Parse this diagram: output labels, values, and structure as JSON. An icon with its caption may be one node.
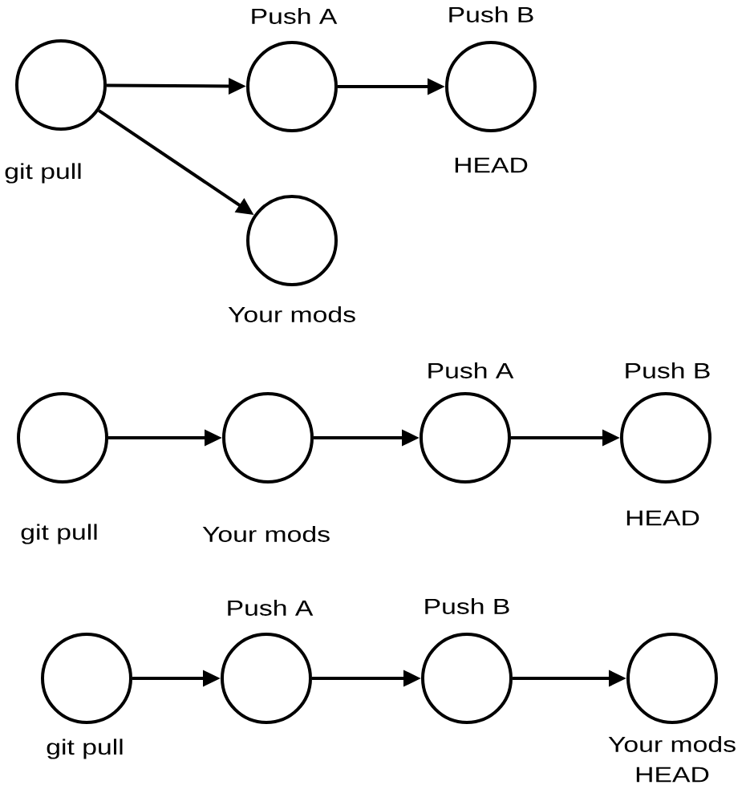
{
  "diagram": {
    "nodes": [
      {
        "text": [],
        "shape": "circle",
        "beside": [
          "git pull"
        ]
      },
      {
        "text": [],
        "shape": "circle",
        "beside": [
          "Push A"
        ]
      },
      {
        "text": [],
        "shape": "circle",
        "beside": [
          "Push B",
          "HEAD"
        ]
      },
      {
        "text": [],
        "shape": "circle",
        "beside": [
          "Your mods"
        ]
      },
      {
        "text": [],
        "shape": "circle",
        "beside": [
          "git pull"
        ]
      },
      {
        "text": [],
        "shape": "circle",
        "beside": [
          "Your mods"
        ]
      },
      {
        "text": [],
        "shape": "circle",
        "beside": [
          "Push A"
        ]
      },
      {
        "text": [],
        "shape": "circle",
        "beside": [
          "Push B",
          "HEAD"
        ]
      },
      {
        "text": [],
        "shape": "circle",
        "beside": [
          "git pull"
        ]
      },
      {
        "text": [],
        "shape": "circle",
        "beside": [
          "Push A"
        ]
      },
      {
        "text": [],
        "shape": "circle",
        "beside": [
          "Push B"
        ]
      },
      {
        "text": [],
        "shape": "circle",
        "beside": [
          "Your mods",
          "HEAD"
        ]
      }
    ],
    "edges": [
      {
        "from": 0,
        "to": 1,
        "arrow": "to"
      },
      {
        "from": 1,
        "to": 2,
        "arrow": "to"
      },
      {
        "from": 0,
        "to": 3,
        "arrow": "to"
      },
      {
        "from": 4,
        "to": 5,
        "arrow": "to"
      },
      {
        "from": 5,
        "to": 6,
        "arrow": "to"
      },
      {
        "from": 6,
        "to": 7,
        "arrow": "to"
      },
      {
        "from": 8,
        "to": 9,
        "arrow": "to"
      },
      {
        "from": 9,
        "to": 10,
        "arrow": "to"
      },
      {
        "from": 10,
        "to": 11,
        "arrow": "to"
      }
    ]
  }
}
